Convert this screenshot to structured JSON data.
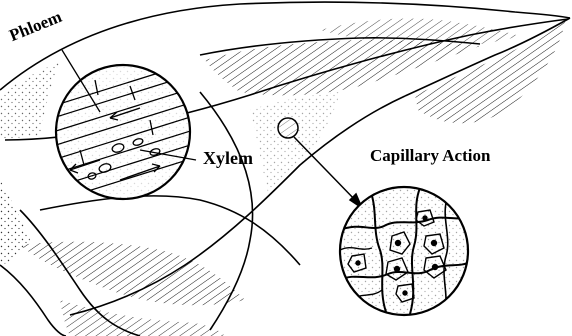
{
  "labels": {
    "phloem": "Phloem",
    "xylem": "Xylem",
    "capillary_action": "Capillary Action"
  },
  "colors": {
    "ink": "#000000",
    "paper": "#ffffff"
  }
}
